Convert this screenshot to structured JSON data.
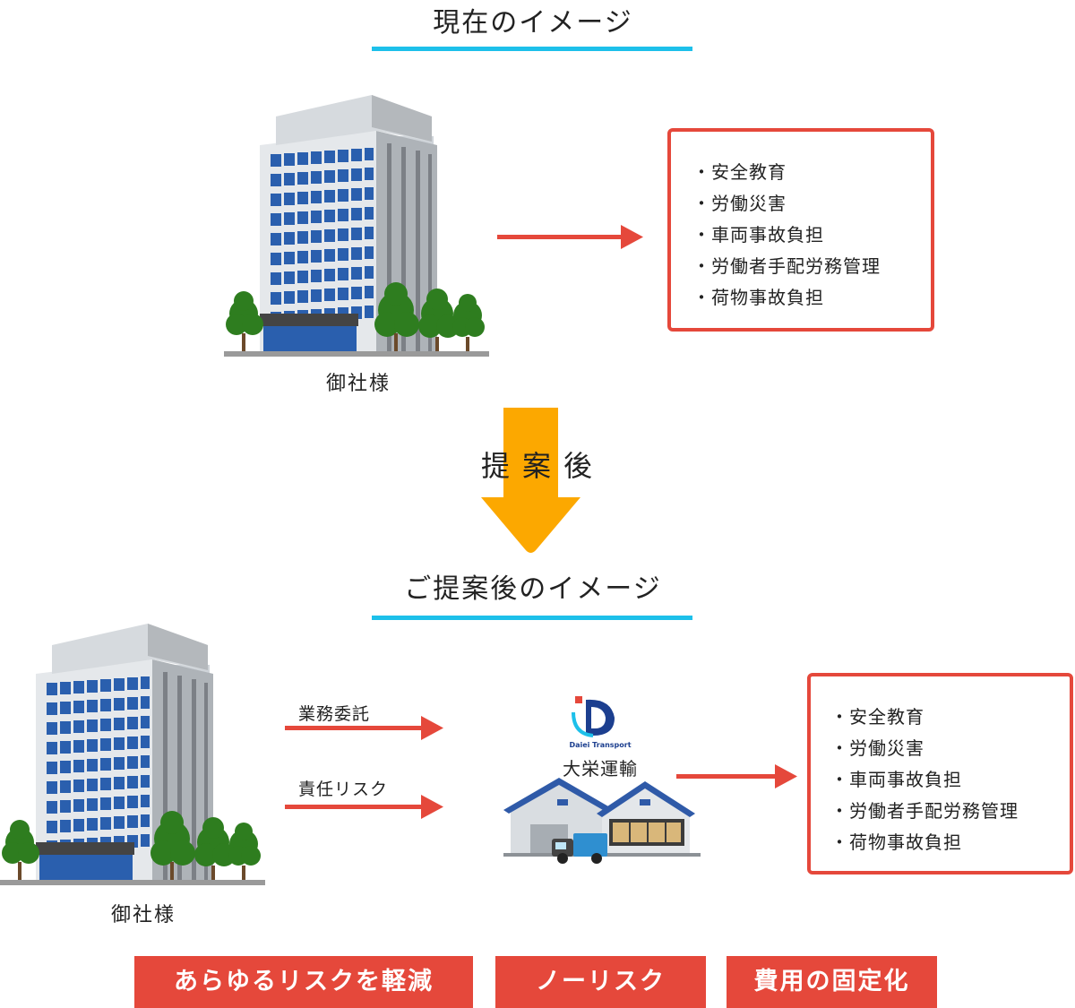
{
  "top": {
    "heading": "現在のイメージ",
    "client_label": "御社様",
    "box_items": [
      "安全教育",
      "労働災害",
      "車両事故負担",
      "労働者手配労務管理",
      "荷物事故負担"
    ]
  },
  "transition": {
    "label": "提案後"
  },
  "bottom": {
    "heading": "ご提案後のイメージ",
    "client_label": "御社様",
    "arrow_labels": [
      "業務委託",
      "責任リスク"
    ],
    "company": {
      "logo_text": "Daiei Transport",
      "name": "大栄運輸"
    },
    "box_items": [
      "安全教育",
      "労働災害",
      "車両事故負担",
      "労働者手配労務管理",
      "荷物事故負担"
    ]
  },
  "badges": [
    "あらゆるリスクを軽減",
    "ノーリスク",
    "費用の固定化"
  ],
  "colors": {
    "accent_red": "#e5483b",
    "underline_blue": "#1dc0ea",
    "arrow_orange": "#fca800",
    "window_blue": "#2a5fae"
  }
}
